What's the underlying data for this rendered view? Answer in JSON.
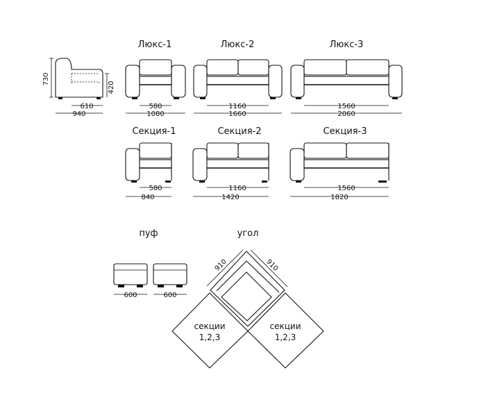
{
  "models": {
    "lux1": "Люкс-1",
    "lux2": "Люкс-2",
    "lux3": "Люкс-3",
    "sec1": "Секция-1",
    "sec2": "Секция-2",
    "sec3": "Секция-3",
    "puf": "пуф",
    "corner": "угол"
  },
  "dims": {
    "side_height": "730",
    "side_seat_height": "420",
    "side_seat_depth": "610",
    "side_depth": "940",
    "lux1_seat": "580",
    "lux1_total": "1080",
    "lux2_seat": "1160",
    "lux2_total": "1660",
    "lux3_seat": "1560",
    "lux3_total": "2060",
    "sec1_seat": "580",
    "sec1_total": "840",
    "sec2_seat": "1160",
    "sec2_total": "1420",
    "sec3_seat": "1560",
    "sec3_total": "1820",
    "puf1": "600",
    "puf2": "600",
    "corner_left": "910",
    "corner_right": "910"
  },
  "corner_sections": {
    "left_line1": "секции",
    "left_line2": "1,2,3",
    "right_line1": "секции",
    "right_line2": "1,2,3"
  }
}
